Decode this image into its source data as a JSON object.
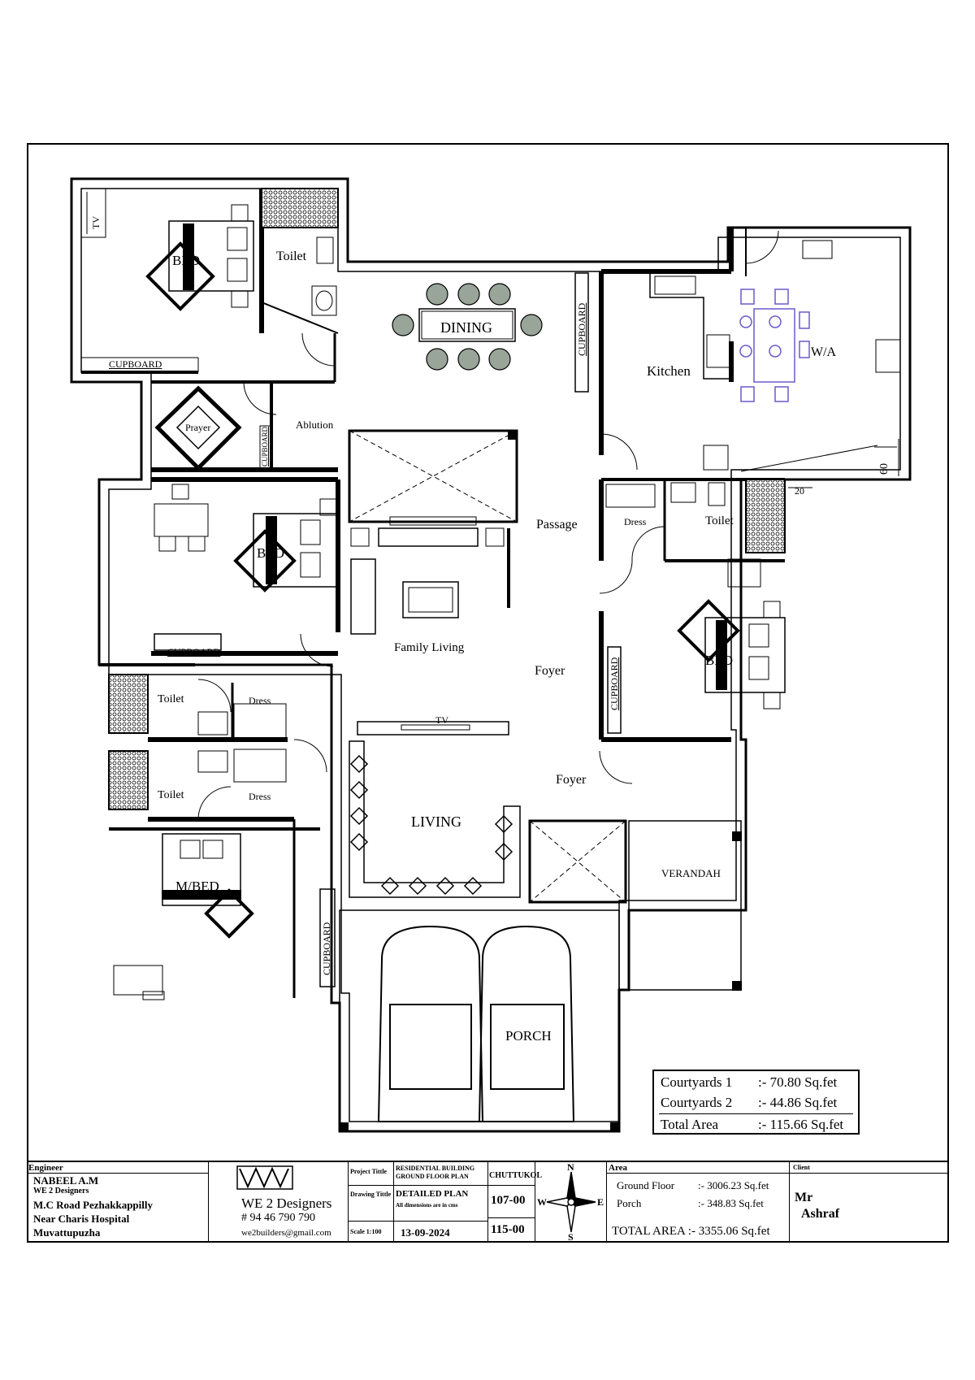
{
  "rooms": {
    "bed_nw": "BED",
    "toilet_nw": "Toilet",
    "dining": "DINING",
    "kitchen": "Kitchen",
    "wa": "W/A",
    "prayer": "Prayer",
    "ablution": "Ablution",
    "bed_w": "BED",
    "passage": "Passage",
    "dress_e": "Dress",
    "toilet_e": "Toilet",
    "family_living": "Family Living",
    "foyer_1": "Foyer",
    "bed_e": "BED",
    "toilet_w1": "Toilet",
    "dress_w1": "Dress",
    "tv_center": "TV",
    "toilet_w2": "Toilet",
    "dress_w2": "Dress",
    "foyer_2": "Foyer",
    "living": "LIVING",
    "verandah": "VERANDAH",
    "mbed": "M/BED",
    "porch": "PORCH",
    "tv_nw": "TV"
  },
  "cupboards": {
    "nw": "CUPBOARD",
    "dining": "CUPBOARD",
    "prayer": "CUPBOARD",
    "bed_w": "CUPBOARD",
    "bed_e": "CUPBOARD",
    "mbed": "CUPBOARD"
  },
  "dimensions": {
    "d60": "60",
    "d20": "20"
  },
  "area_table": {
    "rows": [
      {
        "label": "Courtyards 1",
        "value": ":-   70.80 Sq.fet"
      },
      {
        "label": "Courtyards 2",
        "value": ":-   44.86 Sq.fet"
      },
      {
        "label": "Total Area",
        "value": ":- 115.66 Sq.fet"
      }
    ]
  },
  "title_block": {
    "engineer_label": "Engineer",
    "engineer_name": "NABEEL A.M",
    "firm": "WE 2 Designers",
    "address1": "M.C Road Pezhakkappilly",
    "address2": "Near Charis Hospital",
    "address3": "Muvattupuzha",
    "brand": "WE 2 Designers",
    "phone": "#  94 46 790 790",
    "email": "we2builders@gmail.com",
    "project_title_label": "Project  Tittle",
    "project_title": "RESIDENTIAL BUILDING",
    "project_sub": "GROUND FLOOR PLAN",
    "drawing_title_label": "Drawing Tittle",
    "drawing_title": "DETAILED PLAN",
    "drawing_note": "All dimensions are in cms",
    "scale_label": "Scale  1:100",
    "date": "13-09-2024",
    "site": "CHUTTUKOL",
    "dim1": "107-00",
    "dim2": "115-00",
    "compass": {
      "n": "N",
      "s": "S",
      "e": "E",
      "w": "W"
    },
    "area_label": "Area",
    "ground_floor_label": "Ground Floor",
    "ground_floor_value": ":- 3006.23 Sq.fet",
    "porch_label": "Porch",
    "porch_value": ":-  348.83 Sq.fet",
    "total_area": "TOTAL AREA  :- 3355.06 Sq.fet",
    "client_label": "Client",
    "client_line1": "Mr",
    "client_line2": "Ashraf"
  }
}
